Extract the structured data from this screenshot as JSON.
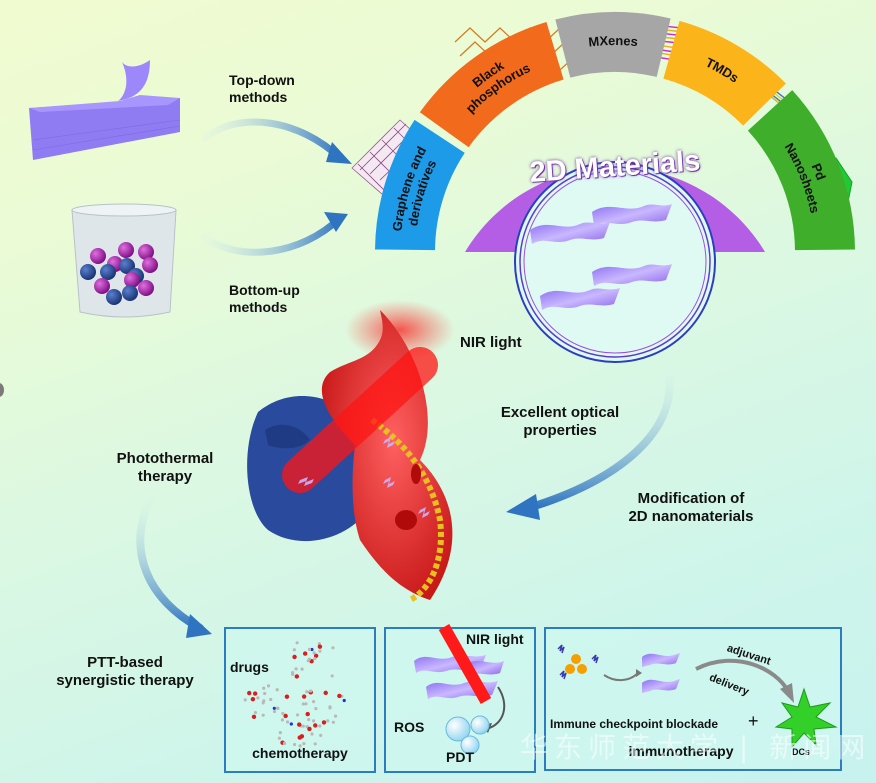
{
  "figure": {
    "title": "2D materials for PTT-based synergistic therapy",
    "synthesis": {
      "top_down": "Top-down\nmethods",
      "bottom_up": "Bottom-up\nmethods"
    },
    "materials_arc": {
      "center_label": "2D Materials",
      "segments": [
        {
          "label": "Graphene and derivatives",
          "color": "#1e9be8"
        },
        {
          "label": "Black phosphorus",
          "color": "#f26a1b"
        },
        {
          "label": "MXenes",
          "color": "#a6a6a6"
        },
        {
          "label": "TMDs",
          "color": "#fbb41a"
        },
        {
          "label": "Pd Nanosheets",
          "color": "#3fae2a"
        }
      ],
      "inner_color": "#b45ee6"
    },
    "labels": {
      "nir_light": "NIR light",
      "optical": "Excellent optical\nproperties",
      "modification": "Modification of\n2D nanomaterials",
      "photothermal": "Photothermal\ntherapy",
      "ptt_synergy": "PTT-based\nsynergistic therapy"
    },
    "panels": {
      "chemo": {
        "drugs": "drugs",
        "title": "chemotherapy"
      },
      "pdt": {
        "nir": "NIR light",
        "ros": "ROS",
        "title": "PDT"
      },
      "immuno": {
        "adjuvant": "adjuvant",
        "delivery": "delivery",
        "checkpoint": "Immune checkpoint blockade",
        "plus": "+",
        "dcs": "DCs",
        "title": "immunotherapy"
      }
    },
    "watermark": "华东师范大学 | 新闻网",
    "colors": {
      "arrow": "#3b7fc4",
      "nanosheet": "#9a7cf0",
      "laser": "#ff1a1a",
      "panel_border": "#2c7cc0"
    }
  }
}
